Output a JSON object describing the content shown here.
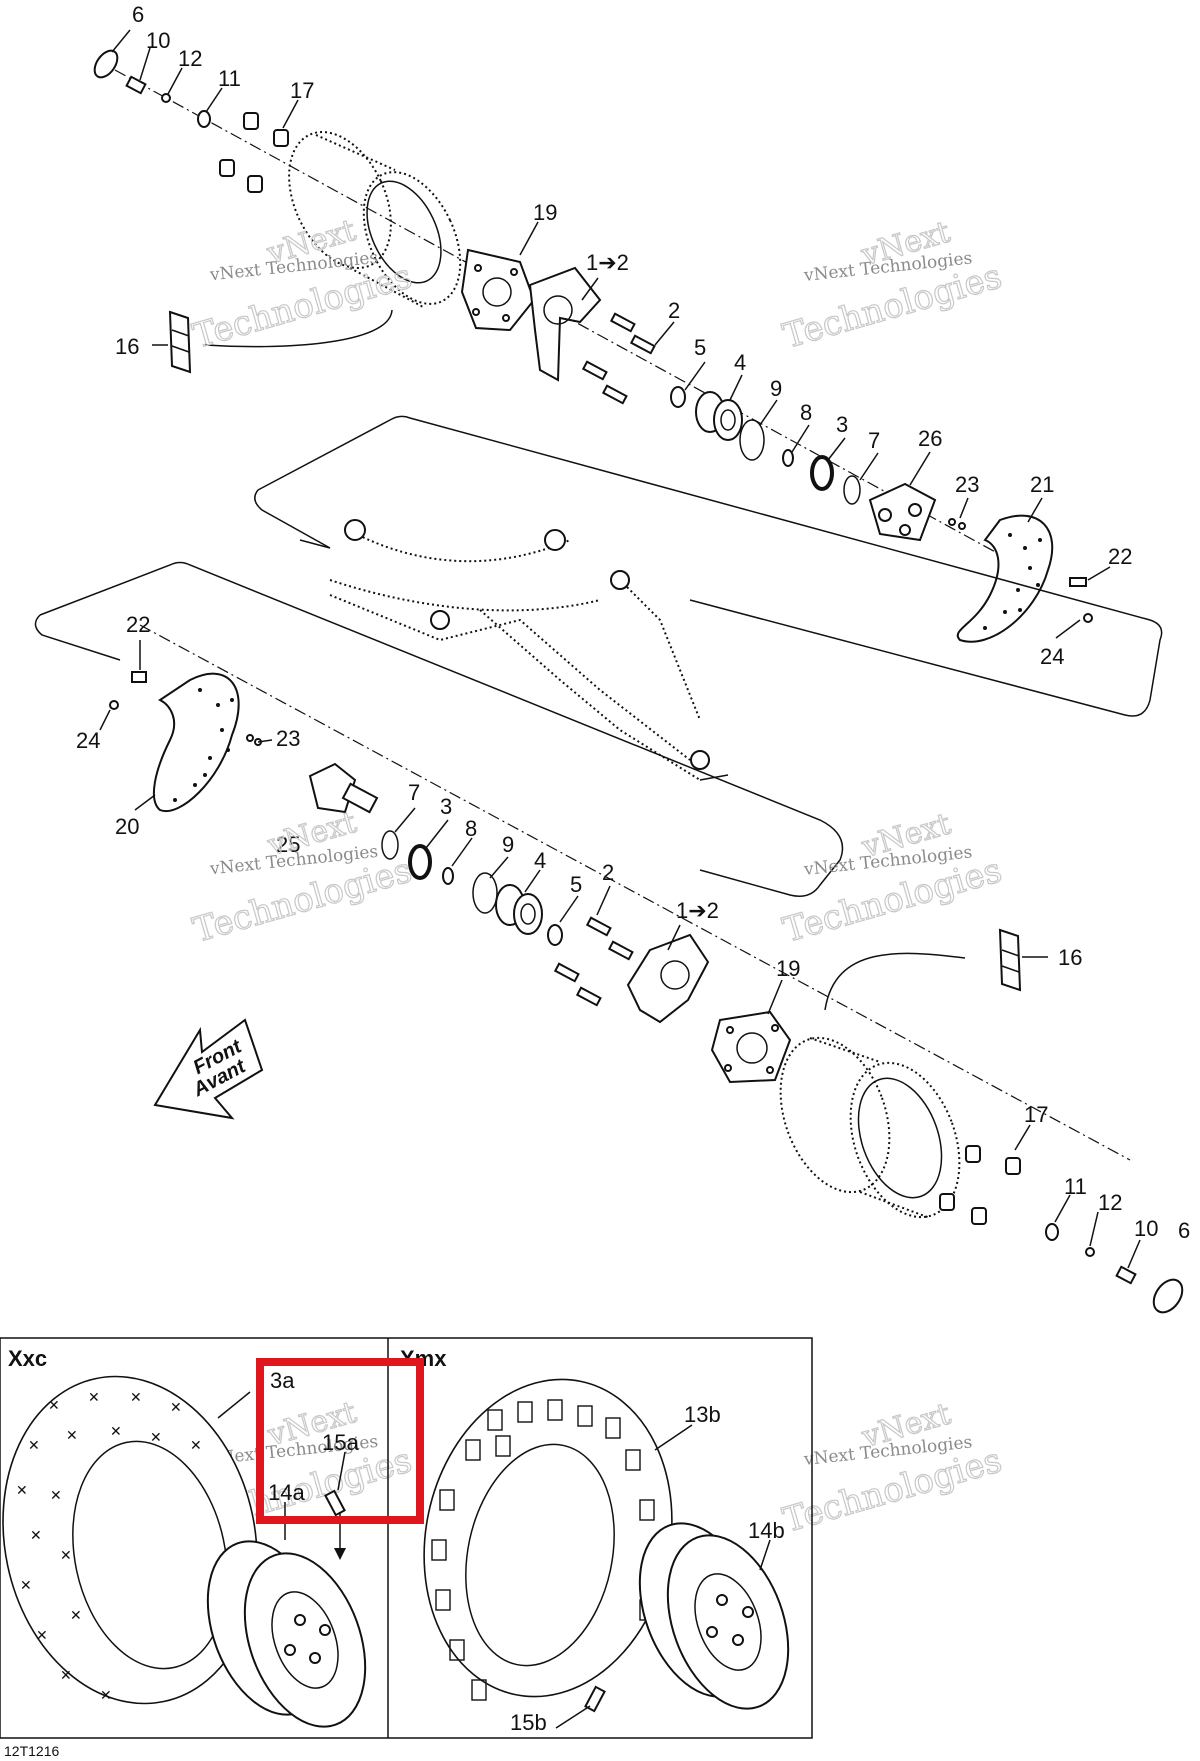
{
  "callouts_upper": [
    "6",
    "10",
    "12",
    "11",
    "17",
    "19",
    "1➔2",
    "2",
    "16",
    "5",
    "4",
    "9",
    "8",
    "3",
    "7",
    "26",
    "23",
    "21",
    "22",
    "24"
  ],
  "callouts_lower": [
    "22",
    "24",
    "23",
    "20",
    "7",
    "3",
    "25",
    "8",
    "9",
    "4",
    "5",
    "2",
    "1➔2",
    "19",
    "16",
    "17",
    "11",
    "12",
    "10",
    "6"
  ],
  "callouts_panel": [
    "3a",
    "15a",
    "14a",
    "13b",
    "14b",
    "15b"
  ],
  "panels": {
    "left": "Xxc",
    "right": "Xmx"
  },
  "front_arrow": {
    "line1": "Front",
    "line2": "Avant"
  },
  "watermark": {
    "brand": "vNext",
    "line": "vNext Technologies",
    "word": "Technologies"
  },
  "drawing_ref": "12T1216",
  "highlight_color": "#e0161e"
}
